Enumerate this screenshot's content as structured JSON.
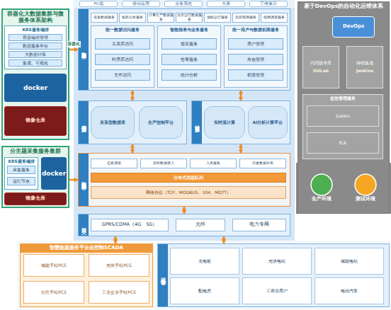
{
  "diagram": {
    "nodes": [
      {
        "text": [
          "PC端"
        ]
      },
      {
        "text": [
          "移动应用"
        ]
      },
      {
        "text": [
          "业务系统"
        ]
      },
      {
        "text": [
          "大屏"
        ]
      },
      {
        "text": [
          "三维展示"
        ]
      },
      {
        "text": [
          "容器化大数据集群与微服务体系架构"
        ]
      },
      {
        "text": [
          "K8S服务编排"
        ],
        "in": 5
      },
      {
        "text": [
          "容器编排管理"
        ],
        "in": 6
      },
      {
        "text": [
          "数据服务中台"
        ],
        "in": 6
      },
      {
        "text": [
          "大数据计算"
        ],
        "in": 6
      },
      {
        "text": [
          "集成、可视化"
        ],
        "in": 6
      },
      {
        "text": [
          "docker"
        ],
        "in": 5
      },
      {
        "text": [
          "镜像仓库"
        ],
        "in": 5
      },
      {
        "text": [
          "数据服务"
        ]
      },
      {
        "text": [
          "设备数据服务"
        ],
        "in": 13
      },
      {
        "text": [
          "能耗分析服务"
        ],
        "in": 13
      },
      {
        "text": [
          "计量生产数据服务"
        ],
        "in": 13
      },
      {
        "text": [
          "光伏运行数据服务"
        ],
        "in": 13
      },
      {
        "text": [
          "储能运行服务"
        ],
        "in": 13
      },
      {
        "text": [
          "负荷预测服务"
        ],
        "in": 13
      },
      {
        "text": [
          "电网调度服务"
        ],
        "in": 13
      },
      {
        "text": [
          "统一数据访问服务"
        ],
        "in": 13
      },
      {
        "text": [
          "关系库访问"
        ],
        "in": 21
      },
      {
        "text": [
          "时序库访问"
        ],
        "in": 21
      },
      {
        "text": [
          "文件访问"
        ],
        "in": 21
      },
      {
        "text": [
          "智能报表与业务服务"
        ],
        "in": 13
      },
      {
        "text": [
          "报表服务"
        ],
        "in": 25
      },
      {
        "text": [
          "告警服务"
        ],
        "in": 25
      },
      {
        "text": [
          "统计分析"
        ],
        "in": 25
      },
      {
        "text": [
          "统一用户与数据权限服务"
        ],
        "in": 13
      },
      {
        "text": [
          "用户管理"
        ],
        "in": 29
      },
      {
        "text": [
          "角色管理"
        ],
        "in": 29
      },
      {
        "text": [
          "权限管理"
        ],
        "in": 29
      },
      {
        "text": [
          "存储资源"
        ]
      },
      {
        "text": [
          "关系型数据库"
        ],
        "in": 33
      },
      {
        "text": [
          "生产控制平台"
        ],
        "in": 33
      },
      {
        "text": [
          "计算资源"
        ]
      },
      {
        "text": [
          "实时流计算"
        ],
        "in": 36
      },
      {
        "text": [
          "AI分析计算平台"
        ],
        "in": 36
      },
      {
        "text": [
          "分主题采集服务集群"
        ]
      },
      {
        "text": [
          "K8S服务编排"
        ],
        "in": 39
      },
      {
        "text": [
          "采集服务"
        ],
        "in": 40
      },
      {
        "text": [
          "运行节点"
        ],
        "in": 40
      },
      {
        "text": [
          "docker"
        ],
        "in": 39
      },
      {
        "text": [
          "镜像仓库"
        ],
        "in": 39
      },
      {
        "text": [
          "数据采集服务"
        ]
      },
      {
        "text": [
          "任务调度"
        ],
        "in": 45
      },
      {
        "text": [
          "实时数据接入"
        ],
        "in": 45
      },
      {
        "text": [
          "入库服务"
        ],
        "in": 45
      },
      {
        "text": [
          "历史数据补采"
        ],
        "in": 45
      },
      {
        "text": [
          "分布式消息队列"
        ],
        "in": 45
      },
      {
        "text": [
          "网络协议（TCP、MODBUS、104、MQTT）"
        ],
        "in": 45
      },
      {
        "text": [
          "网关"
        ]
      },
      {
        "text": [
          "GPRS/CDMA（4G、5G）"
        ],
        "in": 52
      },
      {
        "text": [
          "光纤"
        ],
        "in": 52
      },
      {
        "text": [
          "电力专网"
        ],
        "in": 52
      },
      {
        "text": [
          "基于DevOps的自动化运维体系"
        ]
      },
      {
        "text": [
          "DevOps"
        ],
        "in": 56
      },
      {
        "text": [
          "代码版本库",
          "GitLab"
        ],
        "in": 56
      },
      {
        "text": [
          "持续集成",
          "Jenkins"
        ],
        "in": 56
      },
      {
        "text": [
          "监控管理服务"
        ],
        "in": 56
      },
      {
        "text": [
          "Zabbix"
        ],
        "in": 60
      },
      {
        "text": [
          "ELK"
        ],
        "in": 60
      },
      {
        "text": [
          "生产环境"
        ],
        "in": 56
      },
      {
        "text": [
          "测试环境"
        ],
        "in": 56
      },
      {
        "text": [
          "智慧能源服务平台自控制SCADA"
        ]
      },
      {
        "text": [
          "储能子站PCS"
        ],
        "in": 65
      },
      {
        "text": [
          "光伏子站PCS"
        ],
        "in": 65
      },
      {
        "text": [
          "社区子站PCS"
        ],
        "in": 65
      },
      {
        "text": [
          "工业企业子站PCS"
        ],
        "in": 65
      },
      {
        "text": [
          "现场设备"
        ]
      },
      {
        "text": [
          "充电桩"
        ],
        "in": 70
      },
      {
        "text": [
          "光伏电站"
        ],
        "in": 70
      },
      {
        "text": [
          "储能电站"
        ],
        "in": 70
      },
      {
        "text": [
          "配电房"
        ],
        "in": 70
      },
      {
        "text": [
          "工商业用户"
        ],
        "in": 70
      },
      {
        "text": [
          "电动汽车"
        ],
        "in": 70
      }
    ],
    "edges": [
      {
        "from": 5,
        "to": 13,
        "arrow": "to",
        "label": "容器化"
      },
      {
        "from": 39,
        "to": 45,
        "arrow": "to"
      },
      {
        "from": 13,
        "to": 33,
        "arrow": "both"
      },
      {
        "from": 13,
        "to": 36,
        "arrow": "both"
      },
      {
        "from": 33,
        "to": 45,
        "arrow": "both"
      },
      {
        "from": 36,
        "to": 45,
        "arrow": "both"
      },
      {
        "from": 45,
        "to": 52,
        "arrow": "both"
      },
      {
        "from": 52,
        "to": 65,
        "arrow": "both"
      },
      {
        "from": 52,
        "to": 70,
        "arrow": "both"
      },
      {
        "from": 57,
        "to": 58,
        "arrow": "to"
      },
      {
        "from": 57,
        "to": 59,
        "arrow": "to"
      },
      {
        "from": 60,
        "to": 63,
        "arrow": "to"
      },
      {
        "from": 60,
        "to": 64,
        "arrow": "to"
      }
    ]
  }
}
